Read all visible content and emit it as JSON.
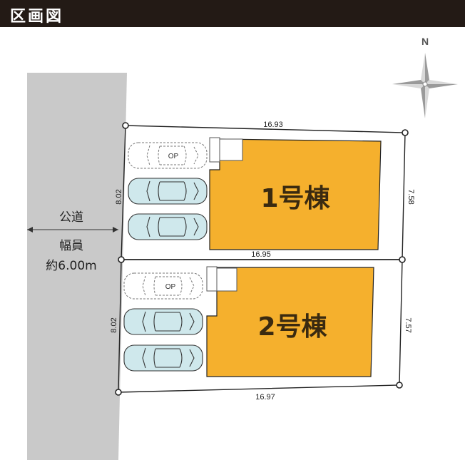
{
  "header": {
    "title": "区画図"
  },
  "compass": {
    "label": "N"
  },
  "road": {
    "name": "公道",
    "width_label": "幅員",
    "width_value": "約6.00m"
  },
  "lots": [
    {
      "house_label": "1号棟",
      "top_dimension": "16.93",
      "left_dimension": "8.02",
      "right_dimension": "7.58",
      "op_label": "OP"
    },
    {
      "house_label": "2号棟",
      "top_dimension": "16.95",
      "left_dimension": "8.02",
      "right_dimension": "7.57",
      "bottom_dimension": "16.97",
      "op_label": "OP"
    }
  ],
  "colors": {
    "header": "#231a15",
    "house": "#f5b02d",
    "road": "#c9c9c9",
    "car_fill": "#cfe8ec"
  }
}
